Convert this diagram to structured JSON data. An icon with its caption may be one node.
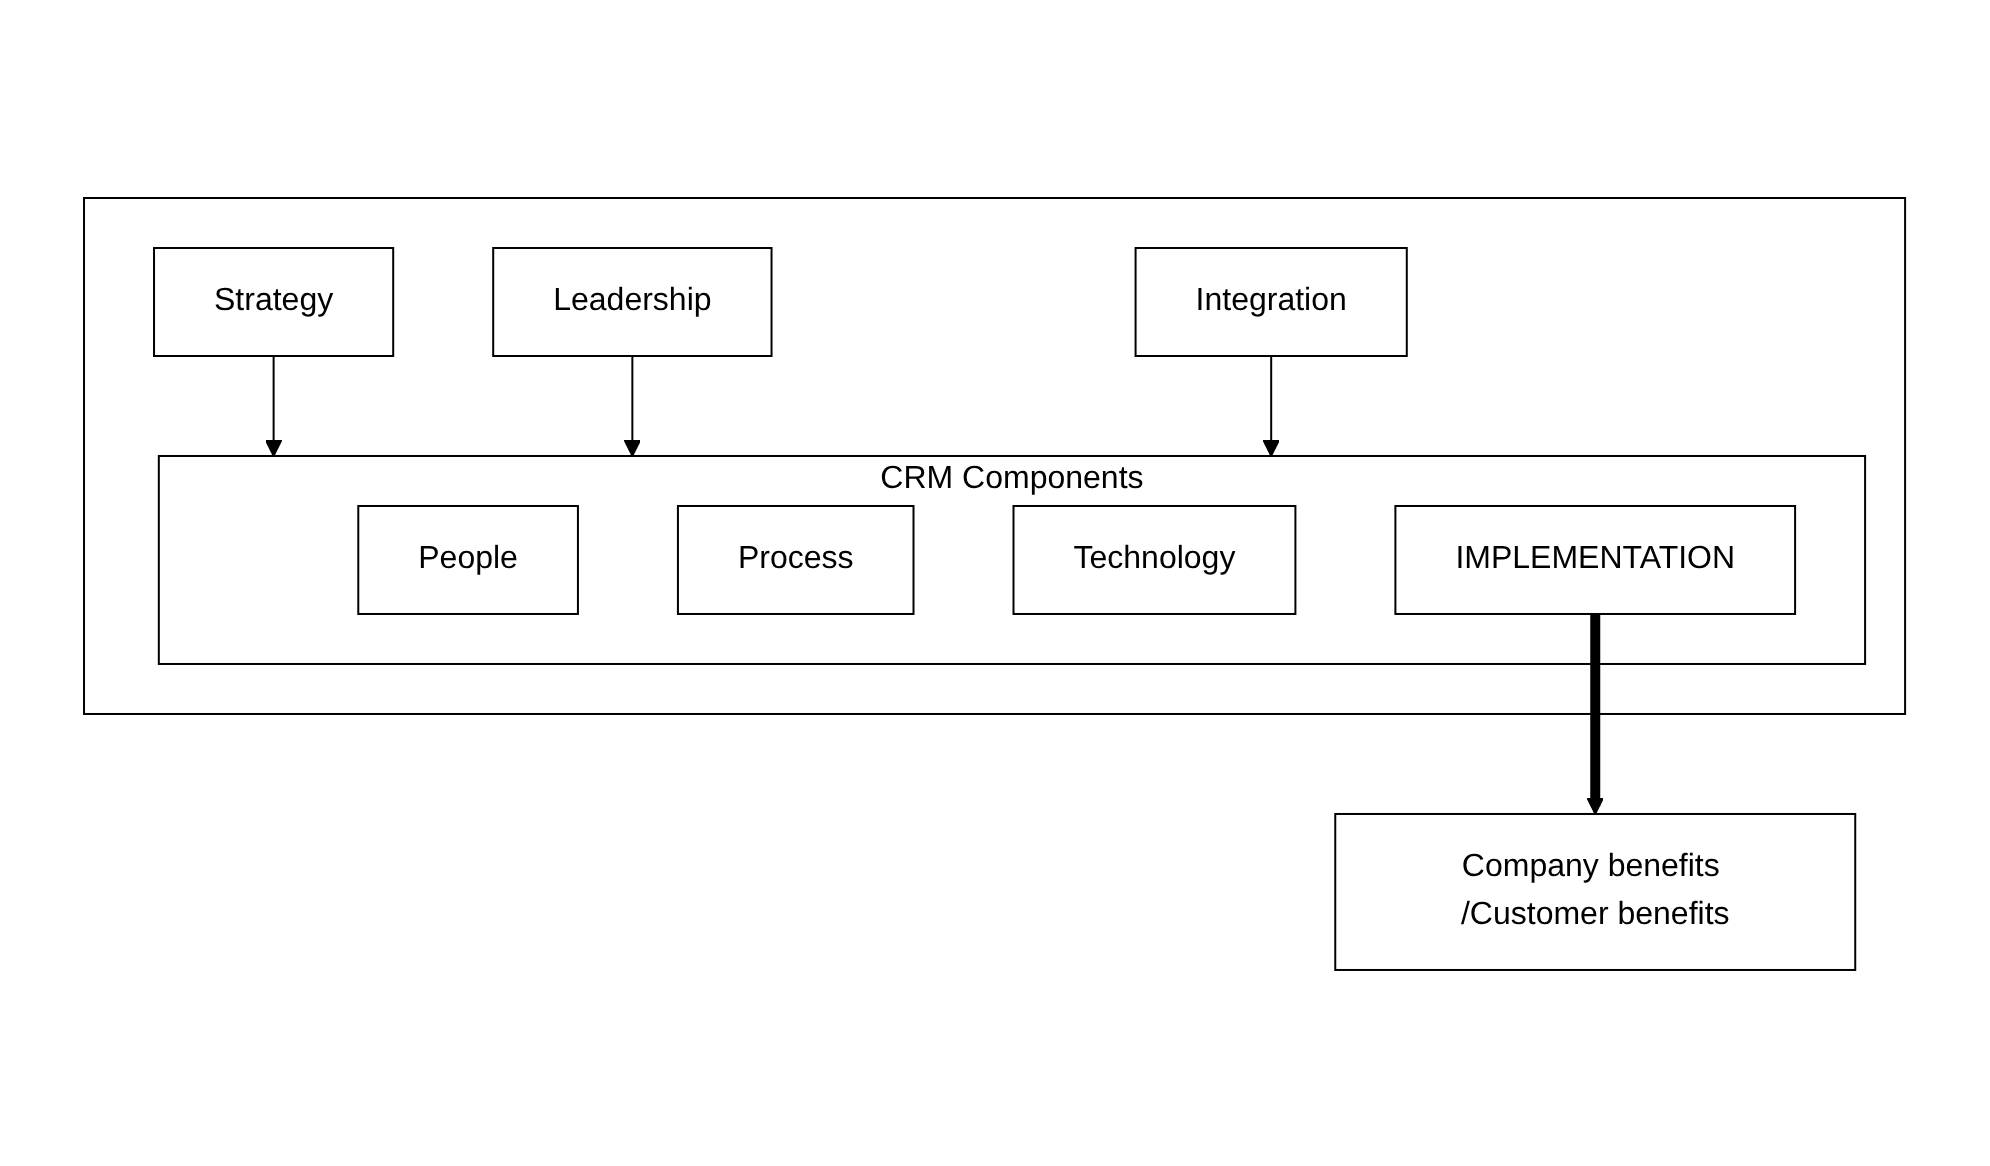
{
  "diagram": {
    "nodes": [
      {
        "text": [],
        "shape": "box"
      },
      {
        "text": [
          "Strategy"
        ],
        "in": 0
      },
      {
        "text": [
          "Leadership"
        ],
        "in": 0
      },
      {
        "text": [
          "CRM Components"
        ],
        "in": 0
      },
      {
        "text": [
          "People"
        ],
        "in": 3
      },
      {
        "text": [
          "Process"
        ],
        "in": 3
      },
      {
        "text": [
          "Technology"
        ],
        "in": 3
      },
      {
        "text": [
          "IMPLEMENTATION"
        ],
        "in": 3
      },
      {
        "text": [
          "Integration"
        ],
        "in": 0
      },
      {
        "text": [
          "Company benefits /Customer benefits"
        ]
      }
    ],
    "edges": [
      {
        "from": 1,
        "to": 3,
        "arrow": "to"
      },
      {
        "from": 2,
        "to": 3,
        "arrow": "to"
      },
      {
        "from": 8,
        "to": 3,
        "arrow": "to"
      },
      {
        "from": 7,
        "to": 9,
        "arrow": "to",
        "style": "thick"
      }
    ]
  }
}
